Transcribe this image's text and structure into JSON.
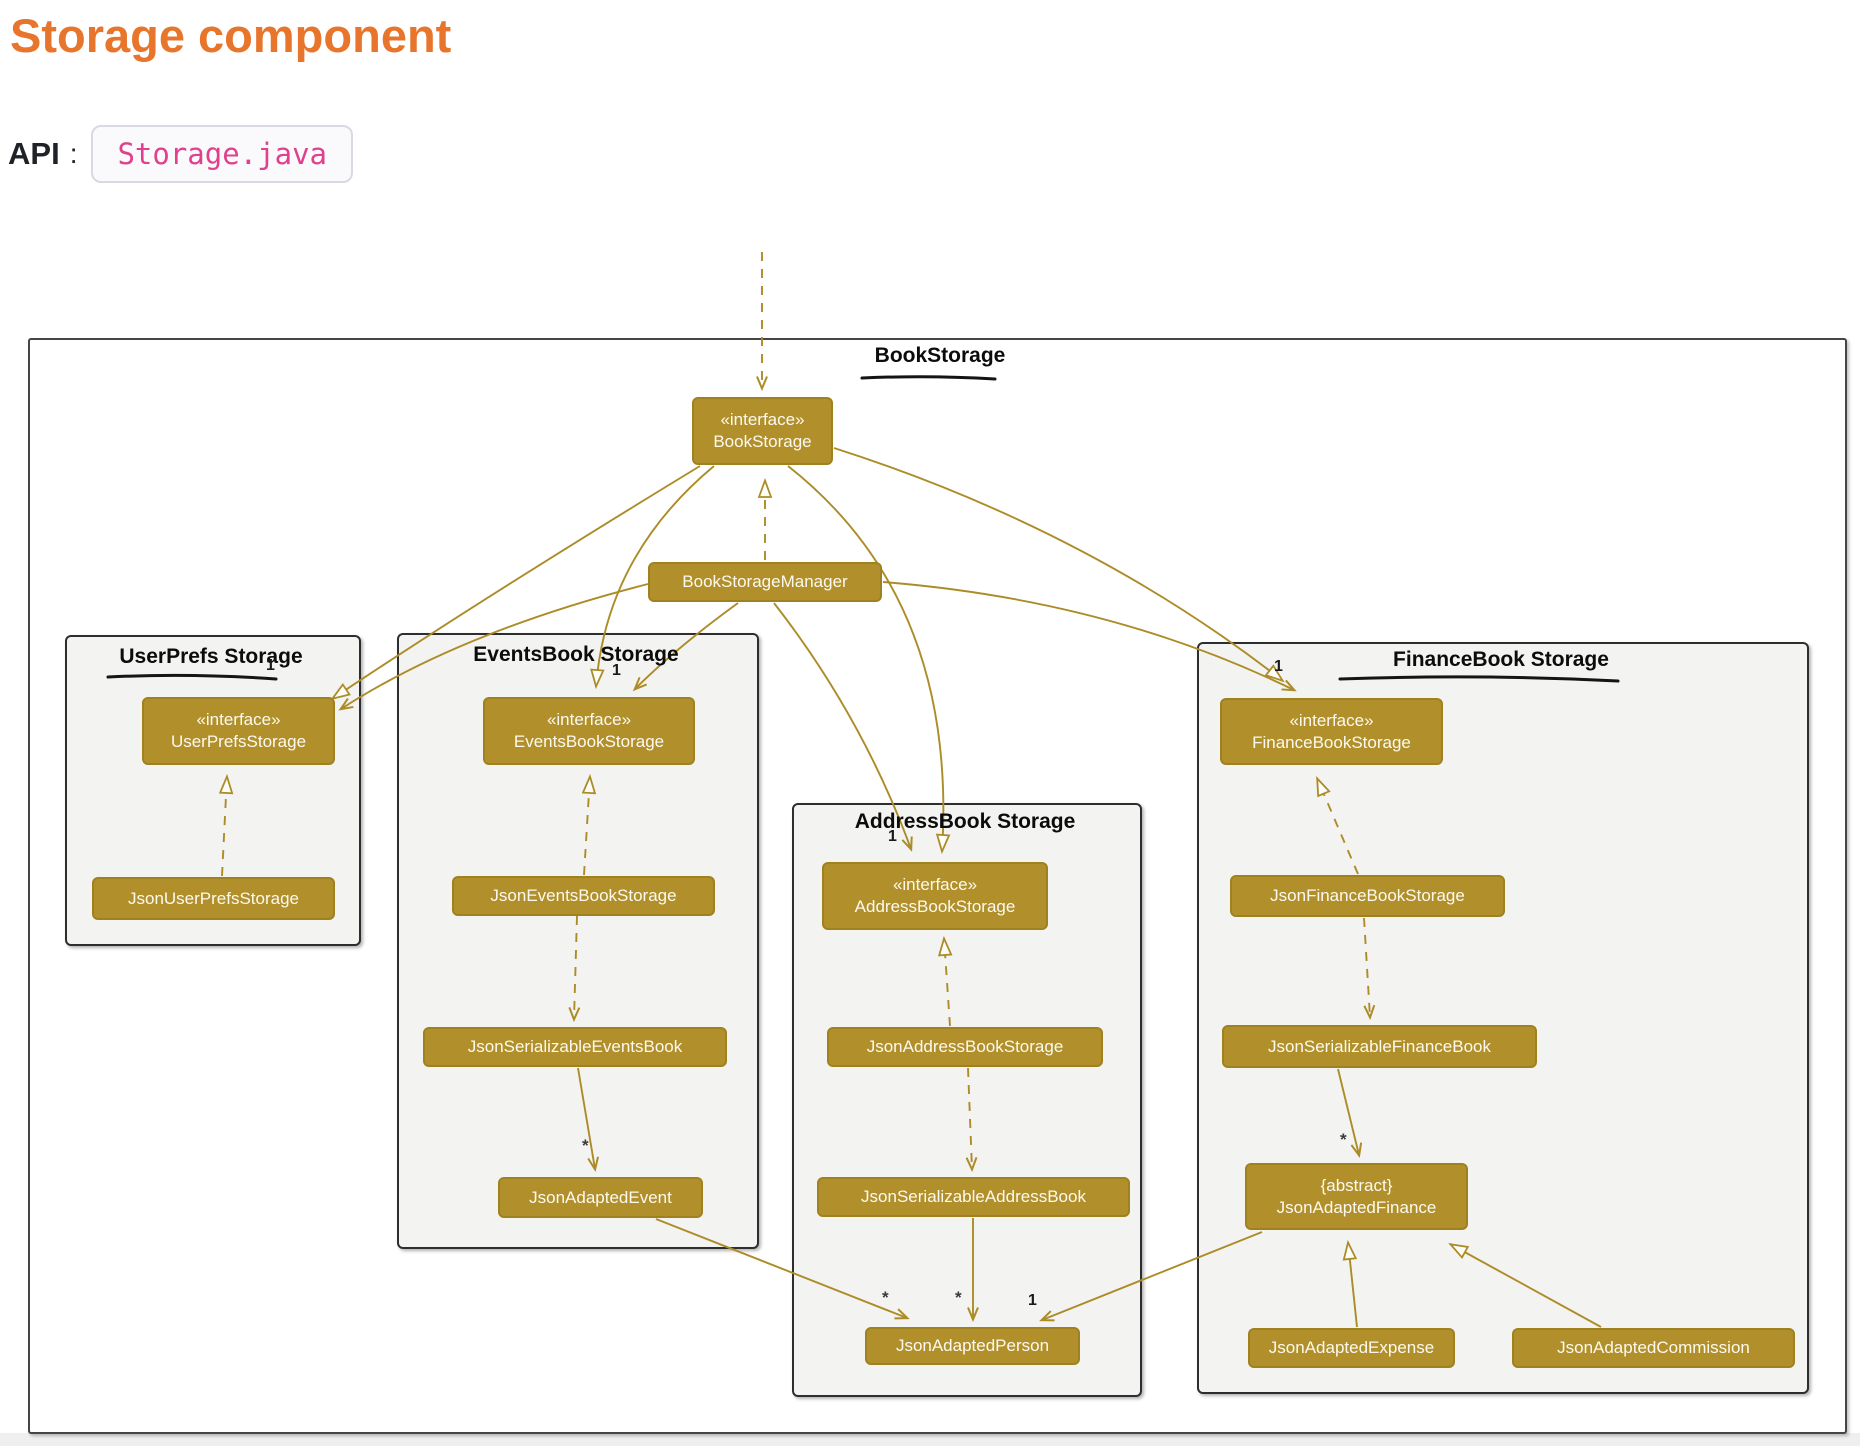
{
  "header": {
    "title": "Storage component",
    "api_label": "API",
    "api_colon": ":",
    "api_code": "Storage.java"
  },
  "diagram": {
    "outer_label": "BookStorage",
    "packages": {
      "userprefs": {
        "title": "UserPrefs Storage"
      },
      "eventsbook": {
        "title": "EventsBook Storage"
      },
      "addressbook": {
        "title": "AddressBook Storage"
      },
      "financebook": {
        "title": "FinanceBook Storage"
      }
    },
    "nodes": {
      "book_storage_interface": {
        "stereotype": "«interface»",
        "name": "BookStorage"
      },
      "book_storage_manager": {
        "name": "BookStorageManager"
      },
      "userprefs_interface": {
        "stereotype": "«interface»",
        "name": "UserPrefsStorage"
      },
      "json_userprefs_storage": {
        "name": "JsonUserPrefsStorage"
      },
      "eventsbook_interface": {
        "stereotype": "«interface»",
        "name": "EventsBookStorage"
      },
      "json_eventsbook_storage": {
        "name": "JsonEventsBookStorage"
      },
      "json_serializable_eventsbook": {
        "name": "JsonSerializableEventsBook"
      },
      "json_adapted_event": {
        "name": "JsonAdaptedEvent"
      },
      "addressbook_interface": {
        "stereotype": "«interface»",
        "name": "AddressBookStorage"
      },
      "json_addressbook_storage": {
        "name": "JsonAddressBookStorage"
      },
      "json_serializable_addressbook": {
        "name": "JsonSerializableAddressBook"
      },
      "json_adapted_person": {
        "name": "JsonAdaptedPerson"
      },
      "financebook_interface": {
        "stereotype": "«interface»",
        "name": "FinanceBookStorage"
      },
      "json_financebook_storage": {
        "name": "JsonFinanceBookStorage"
      },
      "json_serializable_financebook": {
        "name": "JsonSerializableFinanceBook"
      },
      "json_adapted_finance": {
        "stereotype": "{abstract}",
        "name": "JsonAdaptedFinance"
      },
      "json_adapted_expense": {
        "name": "JsonAdaptedExpense"
      },
      "json_adapted_commission": {
        "name": "JsonAdaptedCommission"
      }
    },
    "multiplicities": {
      "one": "1",
      "many": "*"
    },
    "colors": {
      "gold_fill": "#B1902C",
      "gold_border": "#9F8120",
      "edge_line": "#AC8C27",
      "accent_orange": "#E8752C",
      "code_pink": "#E0418C",
      "package_bg": "#f3f3f2"
    }
  }
}
